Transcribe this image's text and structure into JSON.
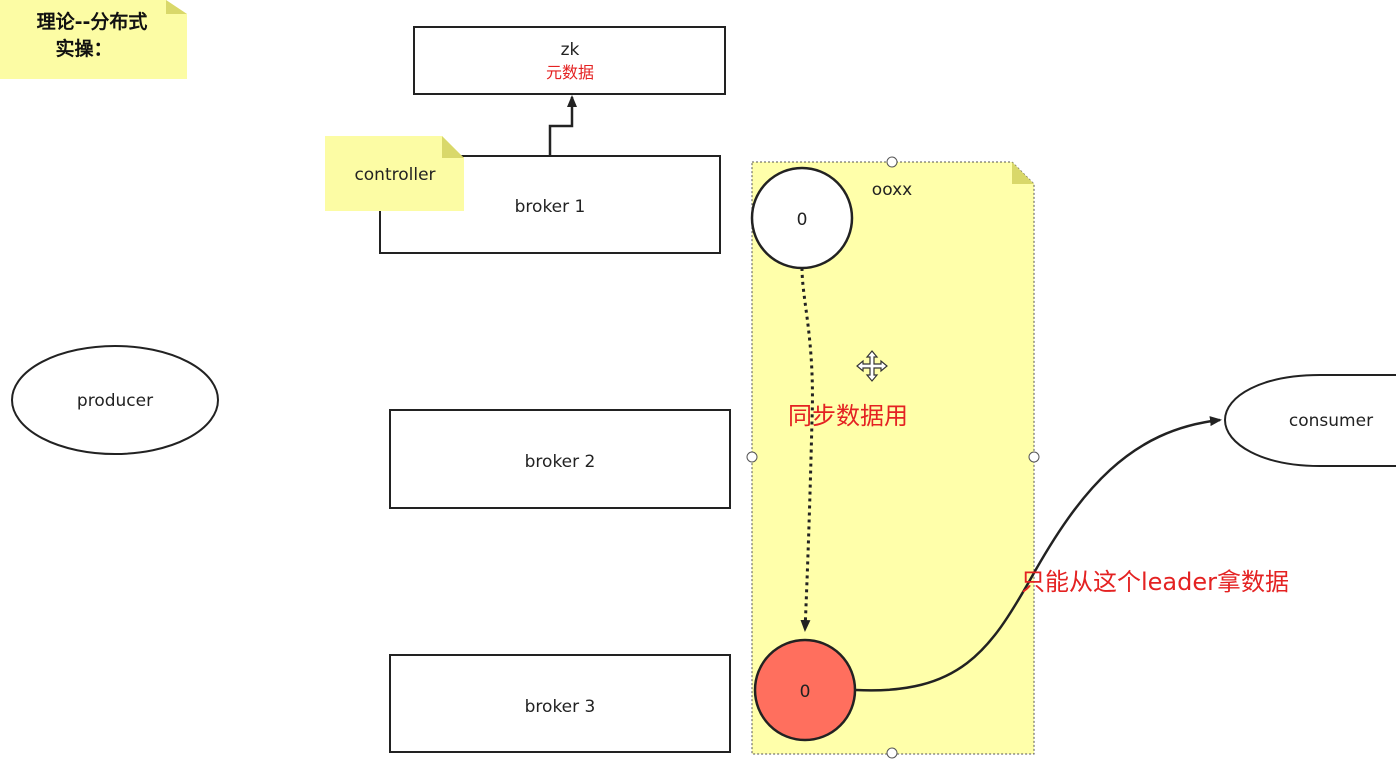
{
  "title_note": {
    "line1": "理论--分布式",
    "line2": "实操："
  },
  "zk": {
    "label": "zk",
    "sublabel": "元数据"
  },
  "controller_note": {
    "label": "controller"
  },
  "brokers": [
    {
      "label": "broker 1"
    },
    {
      "label": "broker 2"
    },
    {
      "label": "broker 3"
    }
  ],
  "producer": {
    "label": "producer"
  },
  "consumer": {
    "label": "consumer"
  },
  "topic_note": {
    "label": "ooxx"
  },
  "partitions": [
    {
      "label": "0",
      "role": "follower"
    },
    {
      "label": "0",
      "role": "leader"
    }
  ],
  "annotations": {
    "sync": "同步数据用",
    "leader_only": "只能从这个leader拿数据"
  },
  "colors": {
    "note_fill": "#fcfca4",
    "note_fold": "#d9d86a",
    "topic_fill": "#ffffaa",
    "leader_fill": "#ff6f5e",
    "follower_fill": "#ffffff",
    "stroke": "#222222",
    "annotation_red": "#e42222"
  }
}
